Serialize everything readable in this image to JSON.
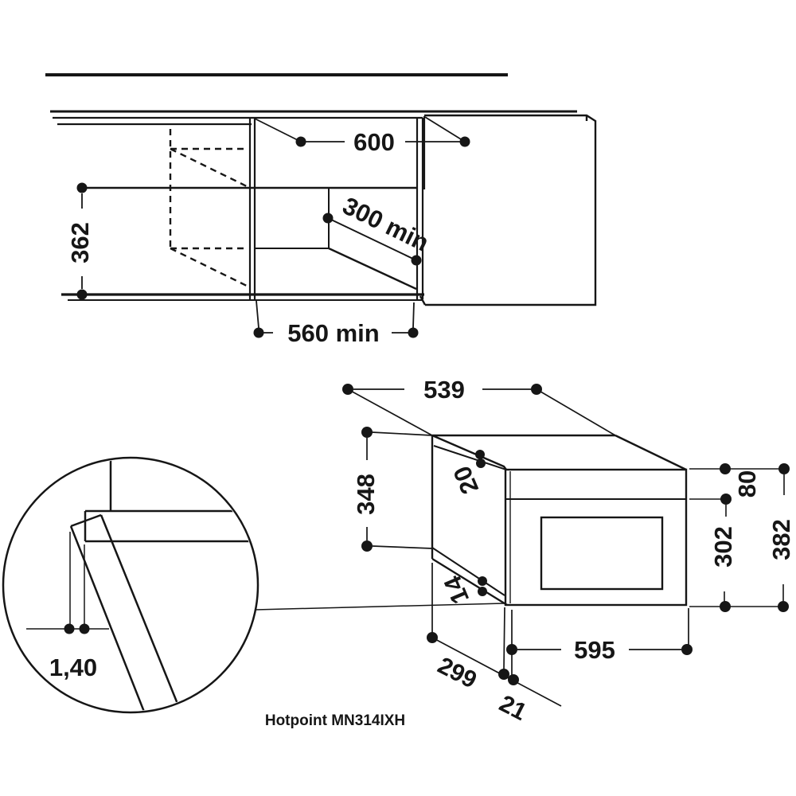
{
  "title": "Hotpoint MN314IXH",
  "cabinet_section": {
    "cabinet_width": "600",
    "niche_height": "362",
    "niche_depth_min": "300 min",
    "niche_width_min": "560 min"
  },
  "oven": {
    "body_width": "539",
    "body_height": "348",
    "top_frame_overlap": "20",
    "bottom_frame_overlap": "14",
    "control_panel_height": "80",
    "door_height": "302",
    "front_total_height": "382",
    "front_width": "595",
    "body_depth": "299",
    "front_frame_depth": "21",
    "door_edge_clearance": "1,40"
  }
}
